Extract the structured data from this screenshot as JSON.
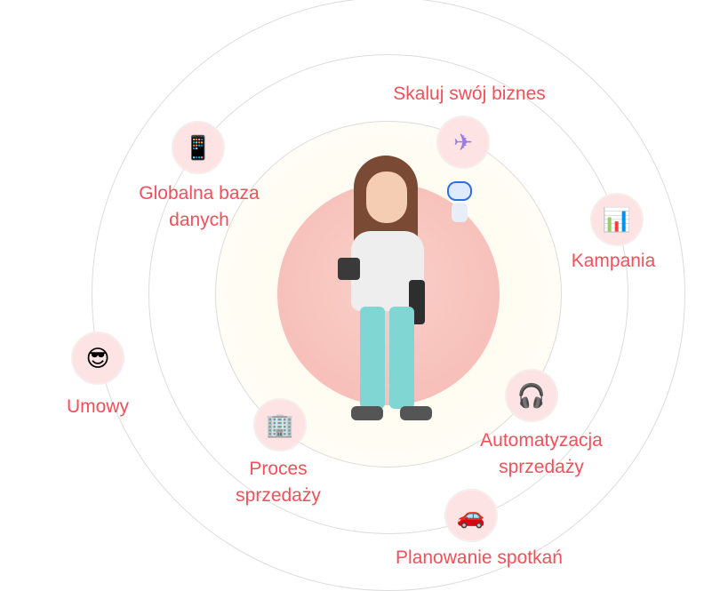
{
  "colors": {
    "label": "#f2505a",
    "node_bg": "#fde3e3",
    "ring": "#dcdcdc",
    "center_disc": "#f6b9b4"
  },
  "nodes": [
    {
      "id": "scale",
      "label": "Skaluj swój biznes",
      "icon": "airplane-icon",
      "glyph": "✈"
    },
    {
      "id": "database",
      "label_lines": [
        "Globalna baza",
        "danych"
      ],
      "icon": "phone-icon",
      "glyph": "📱"
    },
    {
      "id": "campaign",
      "label": "Kampania",
      "icon": "tablet-icon",
      "glyph": "📊"
    },
    {
      "id": "contracts",
      "label": "Umowy",
      "icon": "person-sunglasses-icon",
      "glyph": "😎"
    },
    {
      "id": "process",
      "label_lines": [
        "Proces",
        "sprzedaży"
      ],
      "icon": "building-icon",
      "glyph": "🏢"
    },
    {
      "id": "automation",
      "label_lines": [
        "Automatyzacja",
        "sprzedaży"
      ],
      "icon": "headset-agent-icon",
      "glyph": "🎧"
    },
    {
      "id": "meetings",
      "label": "Planowanie spotkań",
      "icon": "car-icon",
      "glyph": "🚗"
    }
  ]
}
